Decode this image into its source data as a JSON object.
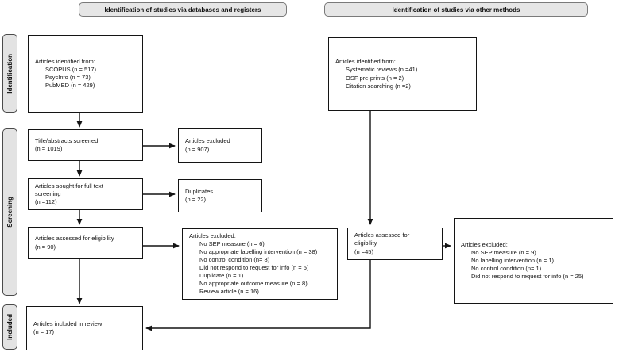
{
  "colors": {
    "header_fill": "#e6e6e6",
    "header_border": "#7a7a7a",
    "stage_fill": "#e3e3e3",
    "stage_border": "#4a4a4a",
    "box_border": "#141414",
    "arrow": "#141414"
  },
  "headers": {
    "databases": "Identification of studies via databases and registers",
    "other": "Identification of studies via other methods"
  },
  "stages": {
    "identification": "Identification",
    "screening": "Screening",
    "included": "Included"
  },
  "left": {
    "identified": {
      "title": "Articles identified from:",
      "items": [
        "SCOPUS (n = 517)",
        "PsycInfo (n = 73)",
        "PubMED (n = 429)"
      ]
    },
    "screened": {
      "lines": [
        "Title/abstracts screened",
        "(n = 1019)"
      ]
    },
    "fulltext": {
      "lines": [
        "Articles sought for full text",
        "screening",
        "(n =112)"
      ]
    },
    "eligibility": {
      "lines": [
        "Articles assessed for eligibility",
        "(n = 90)"
      ]
    },
    "included": {
      "lines": [
        "Articles included in review",
        "(n = 17)"
      ]
    },
    "excluded_screening": {
      "lines": [
        "Articles excluded",
        "(n = 907)"
      ]
    },
    "duplicates": {
      "lines": [
        "Duplicates",
        "(n = 22)"
      ]
    },
    "excluded_eligibility": {
      "title": "Articles excluded:",
      "items": [
        "No SEP measure (n = 6)",
        "No appropriate labelling intervention (n = 38)",
        "No control condition (n= 8)",
        "Did not respond to request for info (n = 5)",
        "Duplicate (n = 1)",
        "No appropriate outcome measure (n = 8)",
        "Review article (n = 16)"
      ]
    }
  },
  "right": {
    "identified": {
      "title": "Articles identified from:",
      "items": [
        "Systematic reviews (n =41)",
        "OSF pre-prints (n = 2)",
        "Citation searching (n =2)"
      ]
    },
    "eligibility": {
      "lines": [
        "Articles assessed for",
        "eligibility",
        "(n =45)"
      ]
    },
    "excluded": {
      "title": "Articles excluded:",
      "items": [
        "No SEP measure (n = 9)",
        "No labelling intervention (n = 1)",
        "No control condition (n= 1)",
        "Did not respond to request for info (n = 25)"
      ]
    }
  }
}
